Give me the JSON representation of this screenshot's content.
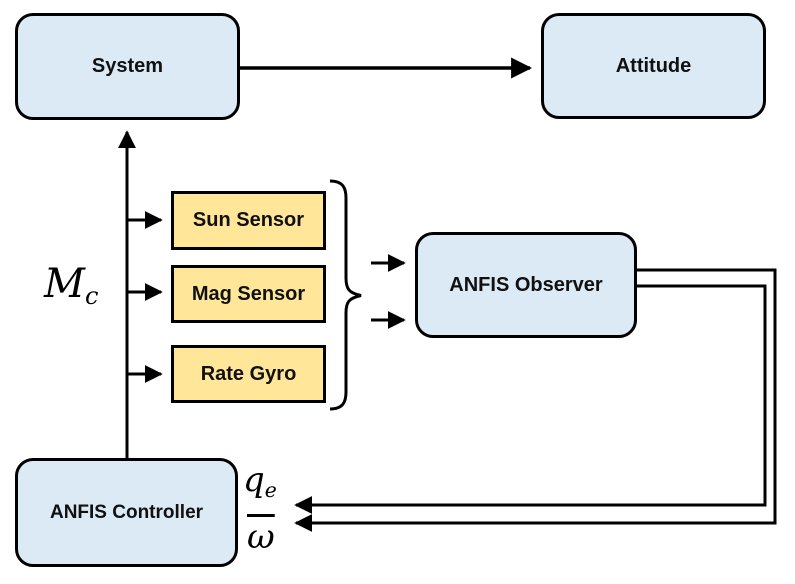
{
  "diagram": {
    "nodes": {
      "system": {
        "label": "System"
      },
      "attitude": {
        "label": "Attitude"
      },
      "sun_sensor": {
        "label": "Sun Sensor"
      },
      "mag_sensor": {
        "label": "Mag Sensor"
      },
      "rate_gyro": {
        "label": "Rate Gyro"
      },
      "observer": {
        "label": "ANFIS Observer"
      },
      "controller": {
        "label": "ANFIS Controller"
      }
    },
    "labels": {
      "control_torque": {
        "base": "M",
        "sub": "c"
      },
      "quaternion_error": {
        "base": "q",
        "sub": "e"
      },
      "omega_bar": {
        "base": "ω"
      }
    },
    "colors": {
      "node_fill_blue": "#DCEAF6",
      "node_fill_yellow": "#FFE699",
      "stroke": "#000000",
      "background": "#FFFFFF"
    }
  }
}
